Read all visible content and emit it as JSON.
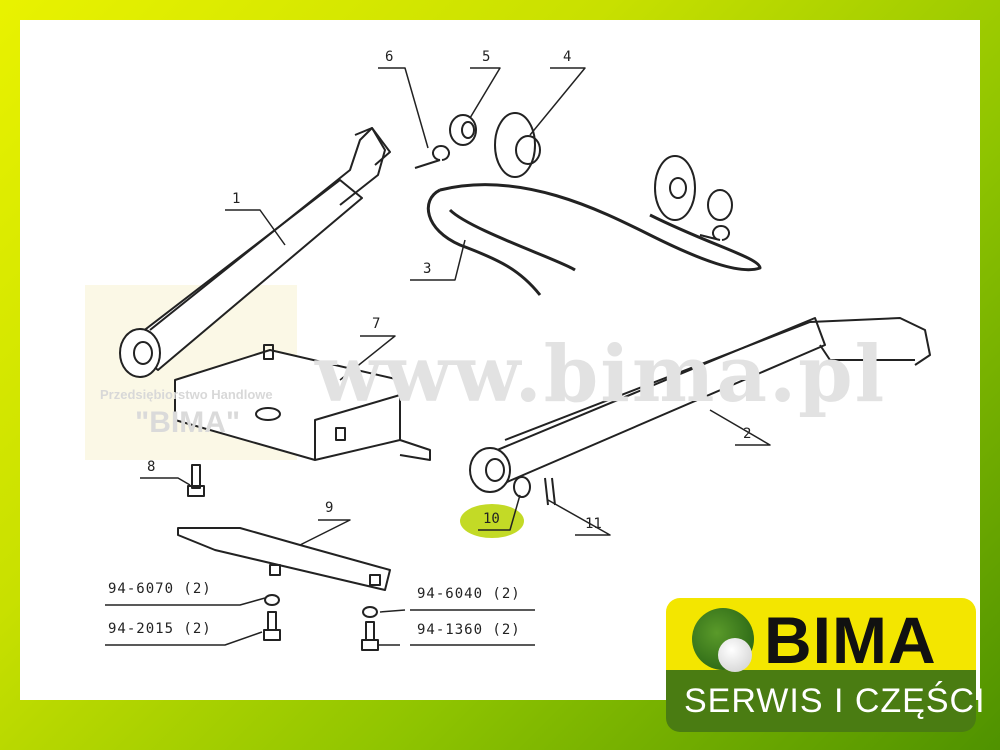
{
  "diagram": {
    "watermark": {
      "url": "www.bima.pl",
      "company_line1": "Przedsiębiorstwo Handlowe",
      "company_line2": "\"BIMA\""
    },
    "callouts": [
      "1",
      "2",
      "3",
      "4",
      "5",
      "6",
      "7",
      "8",
      "9",
      "10",
      "11"
    ],
    "highlighted_callout": "10",
    "highlight_color": "#b8d400",
    "part_numbers": [
      {
        "number": "94-6070 (2)"
      },
      {
        "number": "94-2015 (2)"
      },
      {
        "number": "94-6040 (2)"
      },
      {
        "number": "94-1360 (2)"
      }
    ]
  },
  "logo": {
    "brand": "BIMA",
    "tagline": "SERWIS I CZĘŚCI"
  },
  "colors": {
    "frame_light": "#e9f200",
    "frame_dark": "#4f9200",
    "logo_yellow": "#f3e600",
    "logo_green": "#4a7c12"
  }
}
